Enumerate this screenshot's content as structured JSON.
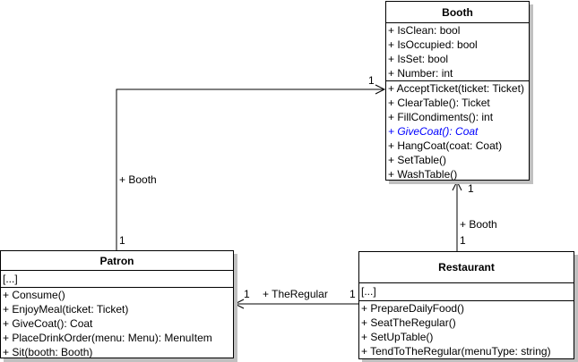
{
  "diagram": {
    "type": "UML class diagram",
    "classes": {
      "booth": {
        "name": "Booth",
        "attributes": [
          "+ IsClean: bool",
          "+ IsOccupied: bool",
          "+ IsSet: bool",
          "+ Number: int"
        ],
        "methods": [
          {
            "text": "+ AcceptTicket(ticket: Ticket)",
            "abstract": false
          },
          {
            "text": "+ ClearTable(): Ticket",
            "abstract": false
          },
          {
            "text": "+ FillCondiments(): int",
            "abstract": false
          },
          {
            "text": "+ GiveCoat(): Coat",
            "abstract": true
          },
          {
            "text": "+ HangCoat(coat: Coat)",
            "abstract": false
          },
          {
            "text": "+ SetTable()",
            "abstract": false
          },
          {
            "text": "+ WashTable()",
            "abstract": false
          }
        ]
      },
      "patron": {
        "name": "Patron",
        "attributes_collapsed": "[...]",
        "methods": [
          "+ Consume()",
          "+ EnjoyMeal(ticket: Ticket)",
          "+ GiveCoat(): Coat",
          "+ PlaceDrinkOrder(menu: Menu): MenuItem",
          "+ Sit(booth: Booth)"
        ]
      },
      "restaurant": {
        "name": "Restaurant",
        "attributes_collapsed": "[...]",
        "methods": [
          "+ PrepareDailyFood()",
          "+ SeatTheRegular()",
          "+ SetUpTable()",
          "+ TendToTheRegular(menuType: string)"
        ]
      }
    },
    "associations": {
      "patron_to_booth": {
        "from": "Patron",
        "to": "Booth",
        "role": "+ Booth",
        "source_multiplicity": "1",
        "target_multiplicity": "1",
        "navigable": "to Booth"
      },
      "restaurant_to_booth": {
        "from": "Restaurant",
        "to": "Booth",
        "role": "+ Booth",
        "source_multiplicity": "1",
        "target_multiplicity": "1",
        "navigable": "to Booth"
      },
      "restaurant_to_patron": {
        "from": "Restaurant",
        "to": "Patron",
        "role": "+ TheRegular",
        "source_multiplicity": "1",
        "target_multiplicity": "1",
        "navigable": "to Patron"
      }
    },
    "colors": {
      "line": "#000000",
      "shadow": "#c0c0c0",
      "abstract_method": "#0000ff",
      "background": "#ffffff"
    }
  }
}
